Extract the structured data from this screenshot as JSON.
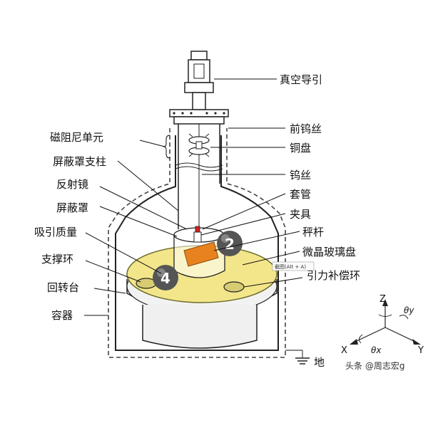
{
  "labels": {
    "vacuum_feedthrough": "真空导引",
    "front_tungsten_wire": "前钨丝",
    "magnetic_damper": "磁阻尼单元",
    "copper_disk": "铜盘",
    "shield_pillar": "屏蔽罩支柱",
    "tungsten_wire": "钨丝",
    "mirror": "反射镜",
    "sleeve": "套管",
    "shield": "屏蔽罩",
    "clamp": "夹具",
    "attracting_mass": "吸引质量",
    "balance_rod": "秤杆",
    "support_ring": "支撑环",
    "glass_disk": "微晶玻璃盘",
    "turntable": "回转台",
    "compensation_ring": "引力补偿环",
    "container": "容器",
    "ground": "地"
  },
  "mass_numbers": {
    "mass_2": "2",
    "mass_4": "4"
  },
  "axes": {
    "z": "Z",
    "x": "X",
    "y": "Y",
    "theta_x": "θx",
    "theta_y": "θy"
  },
  "tooltip": "截图(Alt + A)",
  "watermark": "头条 @周志宏g",
  "colors": {
    "glass_disk": "#f3e68a",
    "clamp": "#e8821e",
    "container_wall": "#222222"
  }
}
